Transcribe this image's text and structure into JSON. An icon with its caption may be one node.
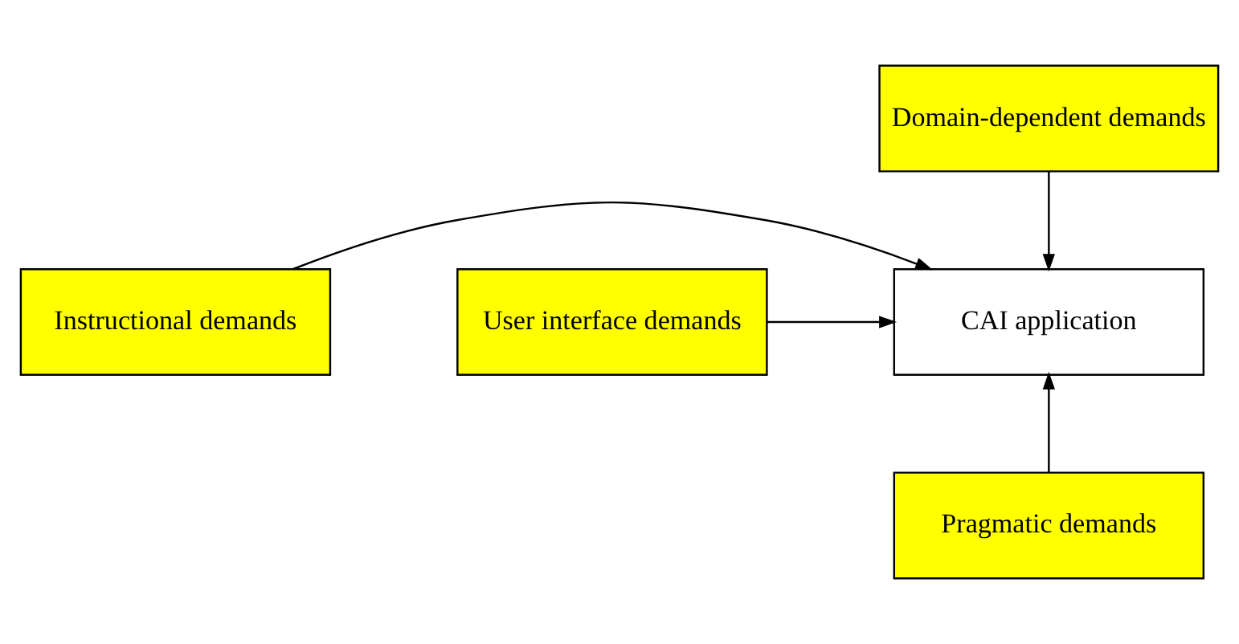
{
  "diagram": {
    "nodes": [
      {
        "text": [
          "Domain-dependent demands"
        ]
      },
      {
        "text": [
          "Instructional demands"
        ]
      },
      {
        "text": [
          "CAI application"
        ]
      },
      {
        "text": [
          "User interface demands"
        ]
      },
      {
        "text": [
          "Pragmatic demands"
        ]
      }
    ],
    "edges": [
      {
        "from": 0,
        "to": 2,
        "arrow": "to"
      },
      {
        "from": 1,
        "to": 2,
        "arrow": "to"
      },
      {
        "from": 3,
        "to": 2,
        "arrow": "to"
      },
      {
        "from": 4,
        "to": 2,
        "arrow": "to"
      }
    ]
  }
}
